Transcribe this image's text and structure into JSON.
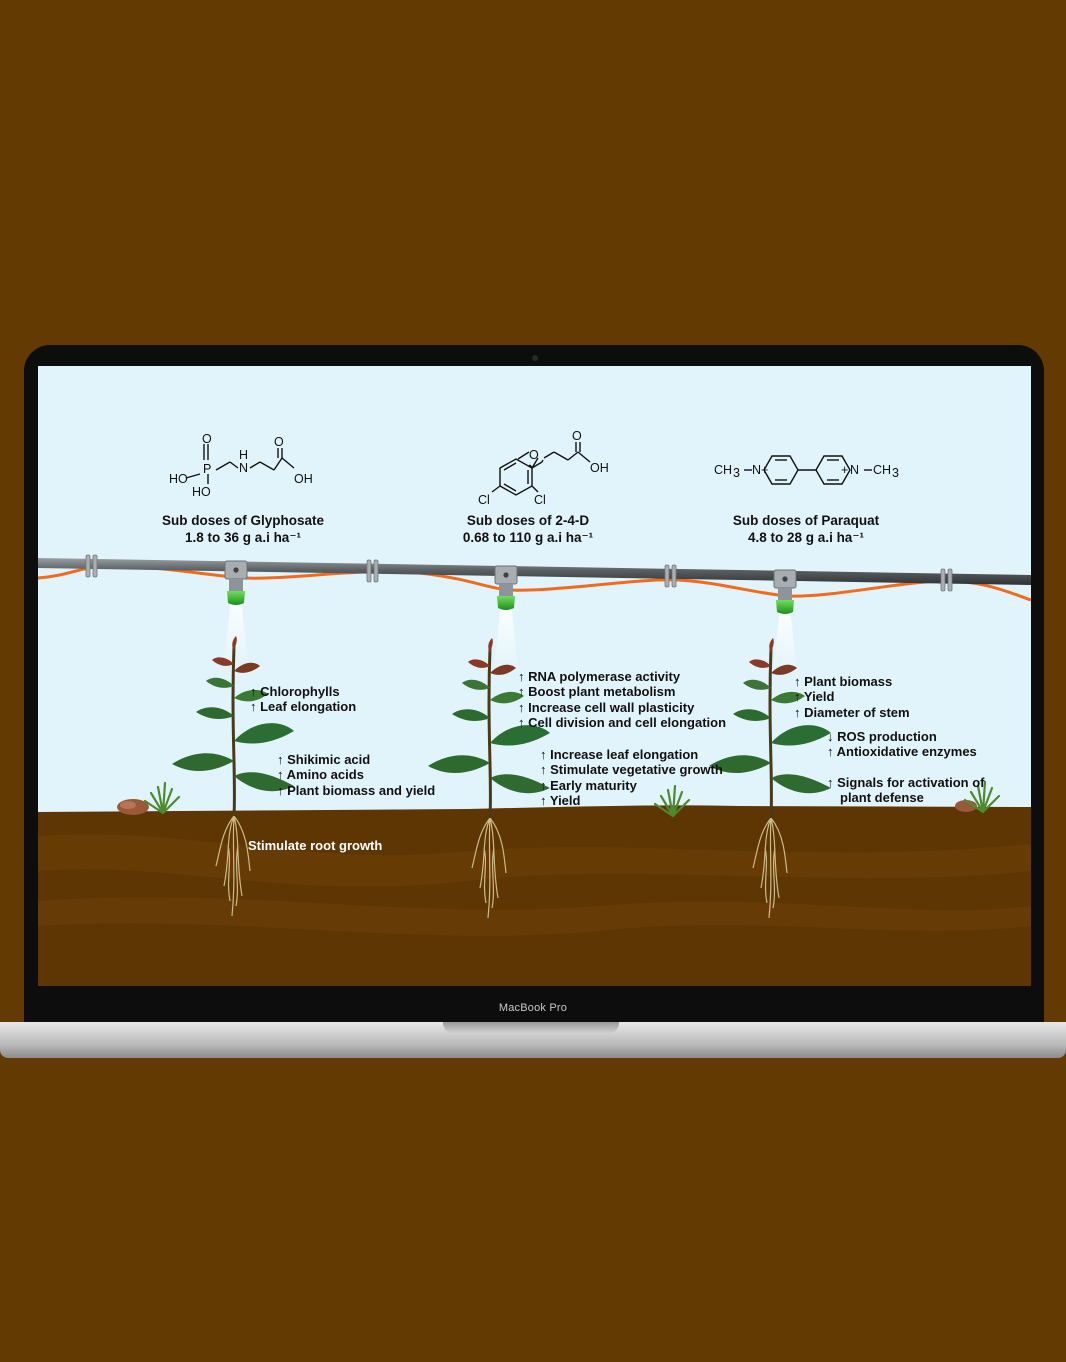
{
  "device_label": "MacBook Pro",
  "herbicides": [
    {
      "id": "glyphosate",
      "title": "Sub doses of Glyphosate",
      "dose": "1.8 to 36 g a.i ha⁻¹"
    },
    {
      "id": "24d",
      "title": "Sub doses of 2-4-D",
      "dose": "0.68 to 110 g a.i ha⁻¹"
    },
    {
      "id": "paraquat",
      "title": "Sub doses of Paraquat",
      "dose": "4.8 to 28 g a.i ha⁻¹"
    }
  ],
  "structure_atoms": {
    "glyphosate": [
      "O",
      "P",
      "HO",
      "HO",
      "H",
      "N",
      "O",
      "OH"
    ],
    "d24": [
      "O",
      "O",
      "OH",
      "Cl",
      "Cl"
    ],
    "paraquat": [
      "CH",
      "3",
      "N",
      "+",
      "N",
      "+",
      "CH",
      "3"
    ]
  },
  "effects": {
    "glyphosate_upper": [
      "↑ Chlorophylls",
      "↑ Leaf elongation"
    ],
    "glyphosate_lower": [
      "↑ Shikimic acid",
      "↑ Amino acids",
      "↑ Plant biomass and yield"
    ],
    "d24_upper": [
      "↑ RNA polymerase activity",
      "↑ Boost plant metabolism",
      "↑ Increase cell wall plasticity",
      "↑ Cell division and cell elongation"
    ],
    "d24_lower": [
      "↑ Increase leaf elongation",
      "↑ Stimulate vegetative growth",
      "↑ Early maturity",
      "↑ Yield"
    ],
    "paraquat_upper": [
      "↑ Plant biomass",
      "↑  Yield",
      "↑ Diameter of stem"
    ],
    "paraquat_middle": [
      "↓ ROS production",
      "↑ Antioxidative enzymes"
    ],
    "paraquat_lower": [
      "↑ Signals for activation of",
      "plant defense"
    ]
  },
  "root_label": "Stimulate root growth",
  "colors": {
    "background": "#633a02",
    "sky": "#e2f4fb",
    "soil": "#5e3603",
    "hose": "#f26b1d",
    "pipe": "#55595d",
    "nozzle": "#2fb52a",
    "leaf": "#2f6b30"
  }
}
